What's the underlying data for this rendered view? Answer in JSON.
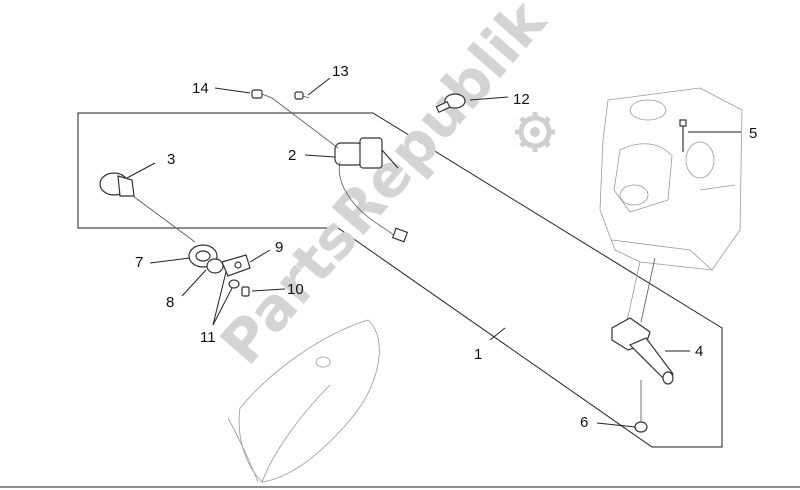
{
  "diagram": {
    "watermark": "PartsRepublik",
    "labels": [
      {
        "id": "1",
        "text": "1"
      },
      {
        "id": "2",
        "text": "2"
      },
      {
        "id": "3",
        "text": "3"
      },
      {
        "id": "4",
        "text": "4"
      },
      {
        "id": "5",
        "text": "5"
      },
      {
        "id": "6",
        "text": "6"
      },
      {
        "id": "7",
        "text": "7"
      },
      {
        "id": "8",
        "text": "8"
      },
      {
        "id": "9",
        "text": "9"
      },
      {
        "id": "10",
        "text": "10"
      },
      {
        "id": "11",
        "text": "11"
      },
      {
        "id": "12",
        "text": "12"
      },
      {
        "id": "13",
        "text": "13"
      },
      {
        "id": "14",
        "text": "14"
      }
    ],
    "colors": {
      "line": "#222222",
      "watermark": "#d4d4d4",
      "background": "#ffffff"
    },
    "icons": [
      "gear-icon"
    ]
  }
}
